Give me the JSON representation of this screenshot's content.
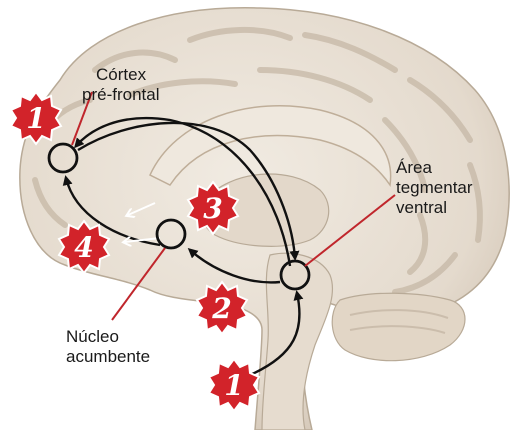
{
  "labels": {
    "prefrontal_line1": "Córtex",
    "prefrontal_line2": "pré-frontal",
    "vta_line1": "Área",
    "vta_line2": "tegmentar",
    "vta_line3": "ventral",
    "nucleus_line1": "Núcleo",
    "nucleus_line2": "acumbente"
  },
  "badges": {
    "prefrontal": "1",
    "accumbens": "3",
    "pathway_back": "4",
    "midbrain": "2",
    "brainstem": "1"
  },
  "colors": {
    "badge": "#d2232a",
    "pointer_line": "#c0262c",
    "brain_fill": "#e9e1d6",
    "gyri_shadow": "#c9bcab",
    "arrow": "#111111"
  }
}
